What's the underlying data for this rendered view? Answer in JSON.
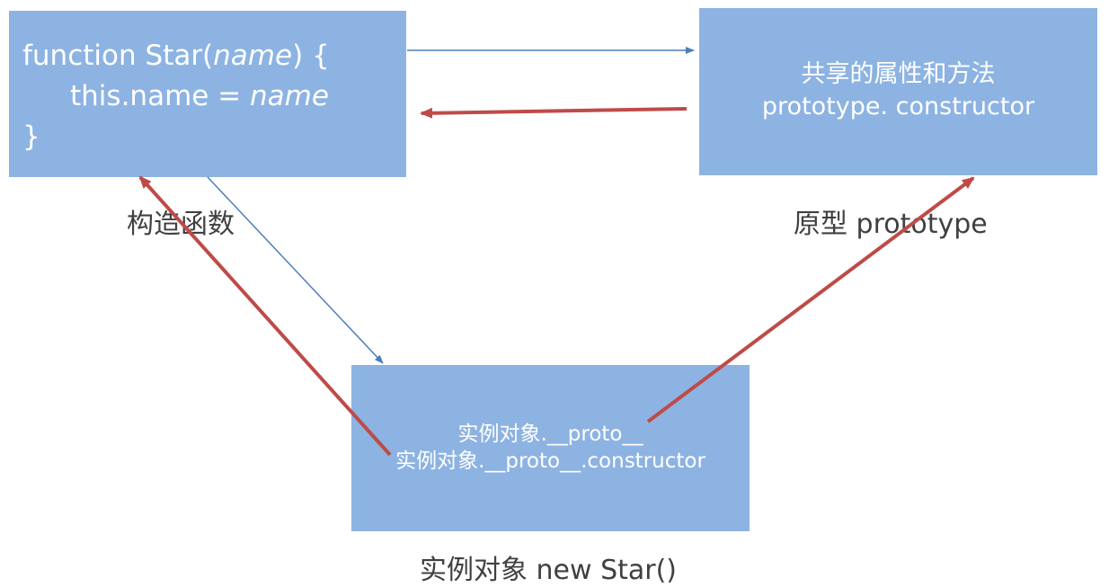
{
  "constructor_box": {
    "line1_pre": "function Star(",
    "line1_param": "name",
    "line1_post": ") {",
    "line2_pre": "this.name = ",
    "line2_param": "name",
    "line3": "}"
  },
  "prototype_box": {
    "line1": "共享的属性和方法",
    "line2": "prototype. constructor"
  },
  "instance_box": {
    "line1": "实例对象.__proto__",
    "line2": "实例对象.__proto__.constructor"
  },
  "captions": {
    "constructor": "构造函数",
    "prototype": "原型 prototype",
    "instance": "实例对象 new Star()"
  },
  "colors": {
    "box_fill": "#8db3e2",
    "blue_arrow": "#4a7ebb",
    "red_arrow": "#be4b48",
    "caption_text": "#404040"
  }
}
